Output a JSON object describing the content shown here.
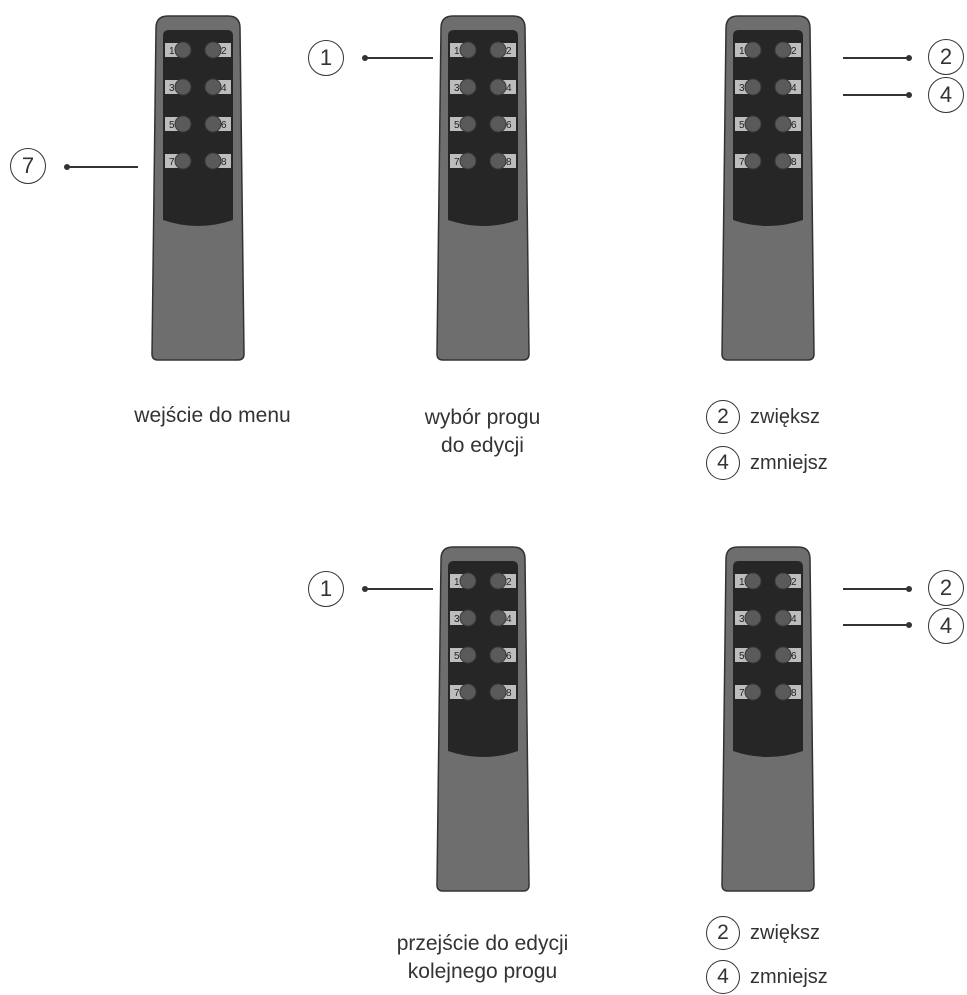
{
  "remote_buttons": [
    "1",
    "2",
    "3",
    "4",
    "5",
    "6",
    "7",
    "8"
  ],
  "steps": [
    {
      "caption_lines": [
        "wejście do menu"
      ],
      "callouts": [
        "7"
      ]
    },
    {
      "caption_lines": [
        "wybór progu",
        "do edycji"
      ],
      "callouts": [
        "1"
      ]
    },
    {
      "legend": [
        {
          "num": "2",
          "text": "zwiększ"
        },
        {
          "num": "4",
          "text": "zmniejsz"
        }
      ],
      "callouts": [
        "2",
        "4"
      ]
    },
    {
      "caption_lines": [
        "przejście do edycji",
        "kolejnego progu"
      ],
      "callouts": [
        "1"
      ]
    },
    {
      "legend": [
        {
          "num": "2",
          "text": "zwiększ"
        },
        {
          "num": "4",
          "text": "zmniejsz"
        }
      ],
      "callouts": [
        "2",
        "4"
      ]
    }
  ],
  "colors": {
    "body": "#6e6e6e",
    "panel": "#262626",
    "button_label_bg": "#bdbdbd",
    "button": "#5a5a5a"
  }
}
